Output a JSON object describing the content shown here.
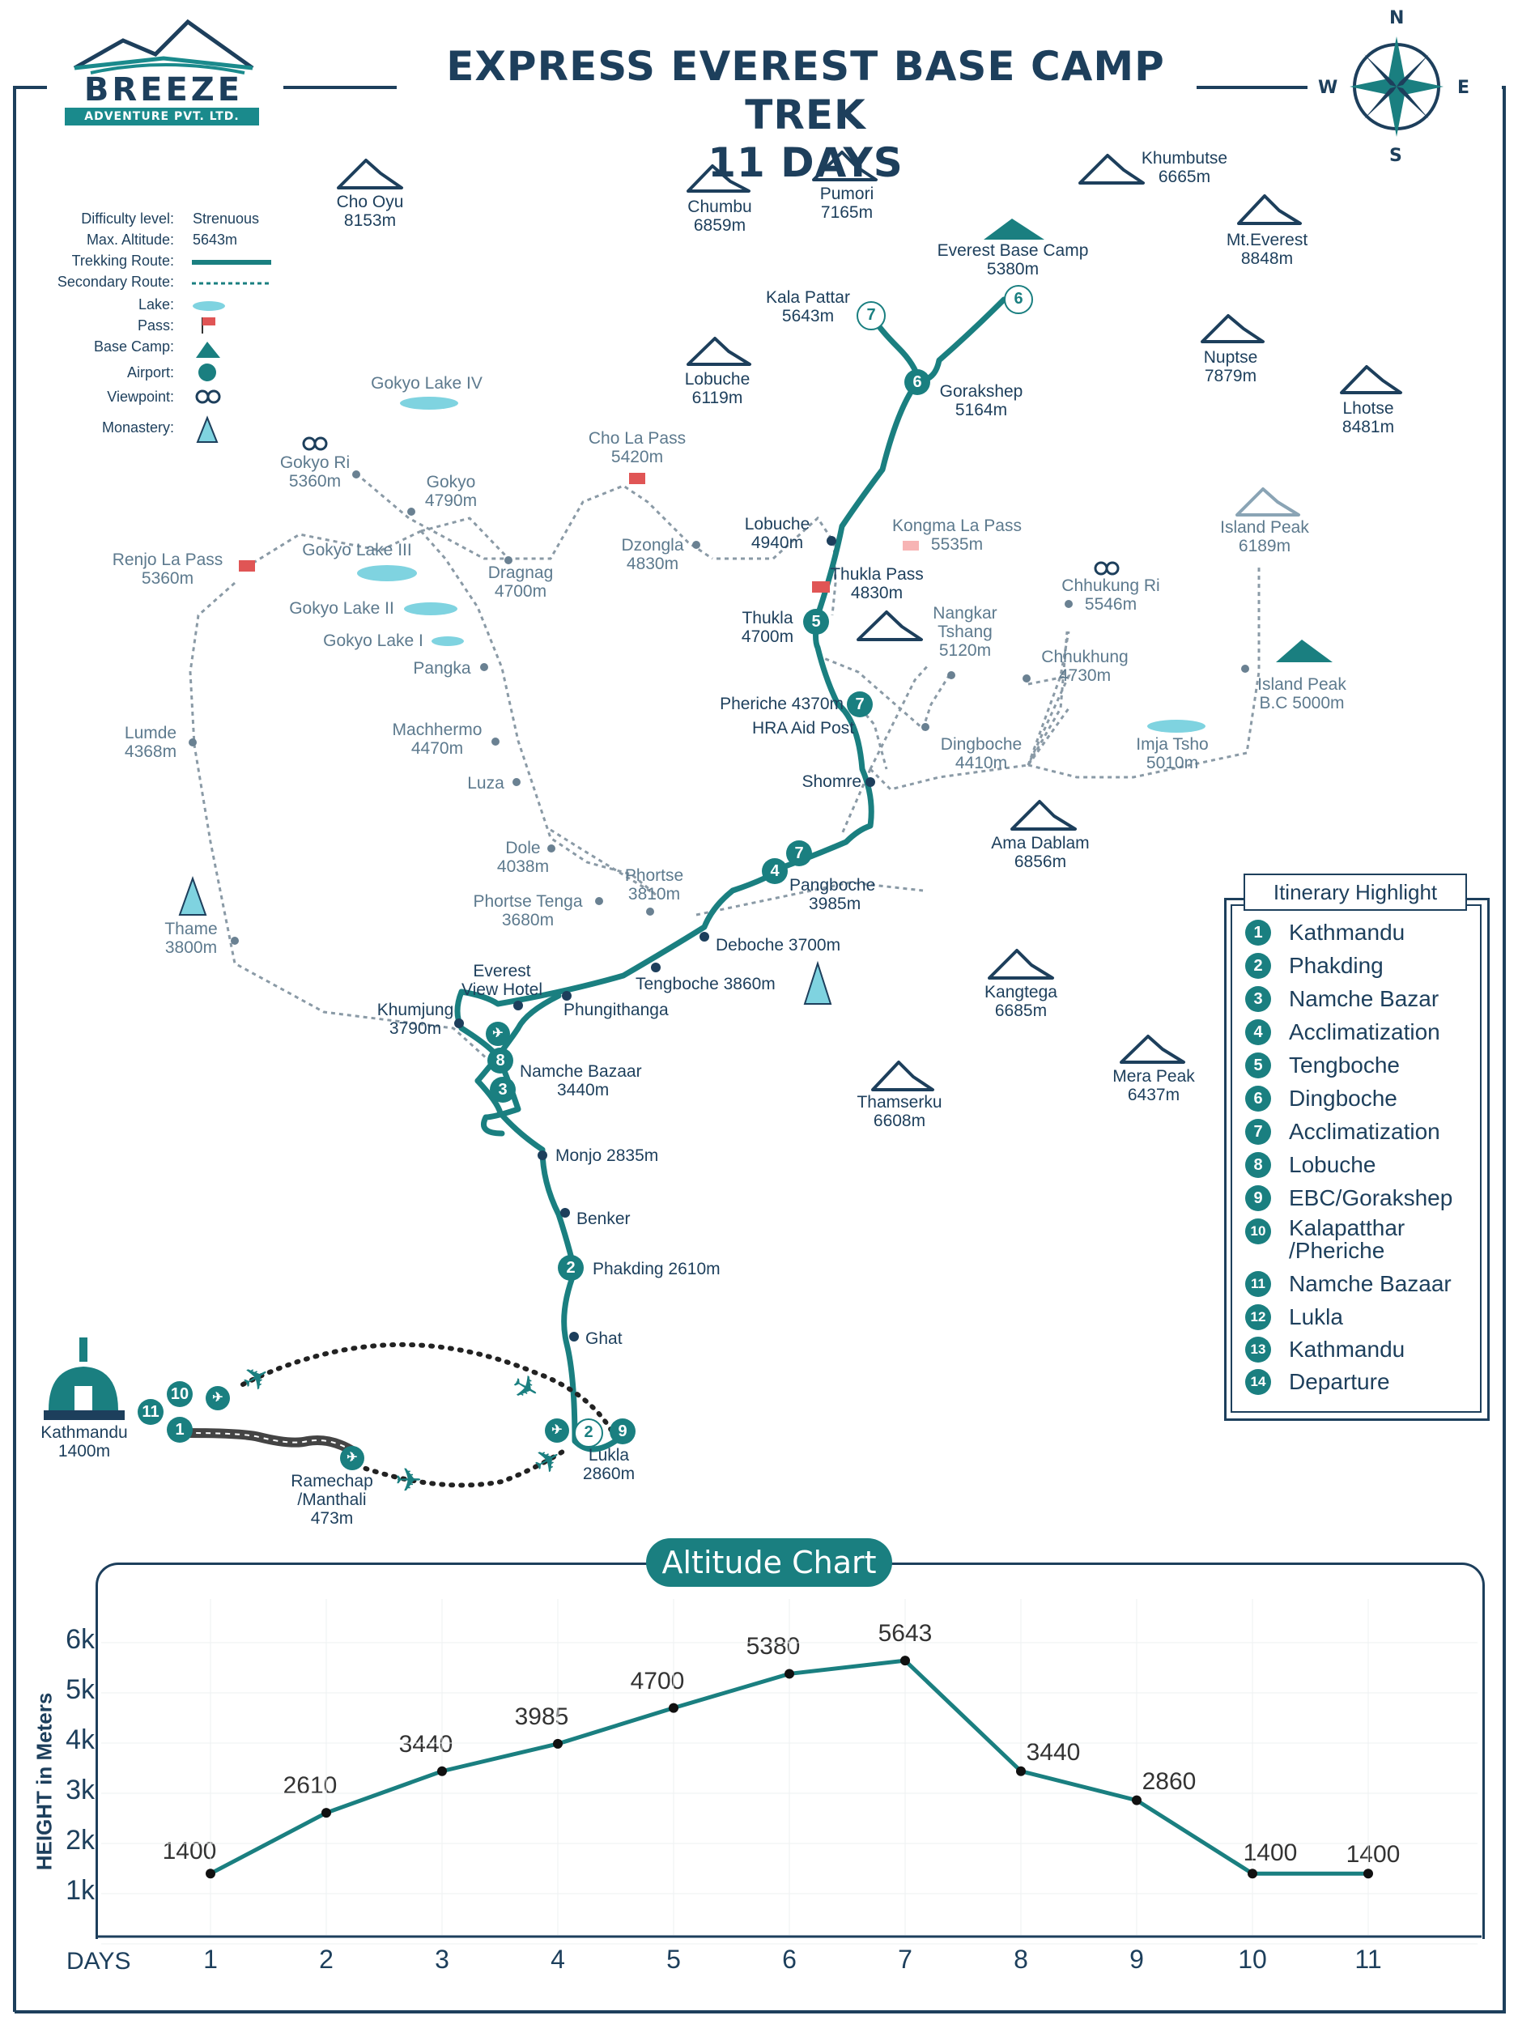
{
  "title": {
    "line1": "EXPRESS EVEREST BASE CAMP TREK",
    "line2": "11 DAYS"
  },
  "logo": {
    "name": "BREEZE",
    "sub": "ADVENTURE PVT. LTD."
  },
  "compass": {
    "n": "N",
    "s": "S",
    "e": "E",
    "w": "W"
  },
  "legend": [
    {
      "key": "Difficulty level:",
      "value": "Strenuous"
    },
    {
      "key": "Max. Altitude:",
      "value": "5643m"
    },
    {
      "key": "Trekking Route:",
      "value": ""
    },
    {
      "key": "Secondary Route:",
      "value": ""
    },
    {
      "key": "Lake:",
      "value": ""
    },
    {
      "key": "Pass:",
      "value": ""
    },
    {
      "key": "Base Camp:",
      "value": ""
    },
    {
      "key": "Airport:",
      "value": ""
    },
    {
      "key": "Viewpoint:",
      "value": ""
    },
    {
      "key": "Monastery:",
      "value": ""
    }
  ],
  "peaks": [
    {
      "name": "Cho Oyu",
      "alt": "8153m"
    },
    {
      "name": "Chumbu",
      "alt": "6859m"
    },
    {
      "name": "Pumori",
      "alt": "7165m"
    },
    {
      "name": "Khumbutse",
      "alt": "6665m"
    },
    {
      "name": "Mt.Everest",
      "alt": "8848m"
    },
    {
      "name": "Lobuche",
      "alt": "6119m"
    },
    {
      "name": "Nuptse",
      "alt": "7879m"
    },
    {
      "name": "Lhotse",
      "alt": "8481m"
    },
    {
      "name": "Island Peak",
      "alt": "6189m"
    },
    {
      "name": "Ama Dablam",
      "alt": "6856m"
    },
    {
      "name": "Kangtega",
      "alt": "6685m"
    },
    {
      "name": "Mera Peak",
      "alt": "6437m"
    },
    {
      "name": "Thamserku",
      "alt": "6608m"
    }
  ],
  "places": {
    "ebc": {
      "name": "Everest Base Camp",
      "alt": "5380m"
    },
    "kala_pattar": {
      "name": "Kala Pattar",
      "alt": "5643m"
    },
    "gorakshep": {
      "name": "Gorakshep",
      "alt": "5164m"
    },
    "gokyo_lake_iv": "Gokyo Lake IV",
    "cho_la": {
      "name": "Cho La Pass",
      "alt": "5420m"
    },
    "gokyo_ri": {
      "name": "Gokyo Ri",
      "alt": "5360m"
    },
    "gokyo": {
      "name": "Gokyo",
      "alt": "4790m"
    },
    "lobuche_v": {
      "name": "Lobuche",
      "alt": "4940m"
    },
    "kongma_la": {
      "name": "Kongma La Pass",
      "alt": "5535m"
    },
    "renjo_la": {
      "name": "Renjo La Pass",
      "alt": "5360m"
    },
    "gokyo_lake_iii": "Gokyo Lake III",
    "dragnag": {
      "name": "Dragnag",
      "alt": "4700m"
    },
    "dzongla": {
      "name": "Dzongla",
      "alt": "4830m"
    },
    "thukla_pass": {
      "name": "Thukla Pass",
      "alt": "4830m"
    },
    "chhukung_ri": {
      "name": "Chhukung Ri",
      "alt": "5546m"
    },
    "gokyo_lake_ii": "Gokyo Lake II",
    "gokyo_lake_i": "Gokyo Lake I",
    "thukla": {
      "name": "Thukla",
      "alt": "4700m"
    },
    "nangkar": {
      "name": "Nangkar",
      "name2": "Tshang",
      "alt": "5120m"
    },
    "pangka": "Pangka",
    "chhukhung": {
      "name": "Chhukhung",
      "alt": "4730m"
    },
    "island_bc": {
      "name": "Island Peak",
      "alt": "B.C 5000m"
    },
    "pheriche": "Pheriche 4370m",
    "hra": "HRA Aid Post",
    "lumde": {
      "name": "Lumde",
      "alt": "4368m"
    },
    "machhermo": {
      "name": "Machhermo",
      "alt": "4470m"
    },
    "dingboche": {
      "name": "Dingboche",
      "alt": "4410m"
    },
    "imja": {
      "name": "Imja Tsho",
      "alt": "5010m"
    },
    "luza": "Luza",
    "shomre": "Shomre",
    "dole": {
      "name": "Dole",
      "alt": "4038m"
    },
    "pangboche": {
      "name": "Pangboche",
      "alt": "3985m"
    },
    "phortse": {
      "name": "Phortse",
      "alt": "3810m"
    },
    "thame": {
      "name": "Thame",
      "alt": "3800m"
    },
    "phortse_tenga": {
      "name": "Phortse Tenga",
      "alt": "3680m"
    },
    "deboche": "Deboche 3700m",
    "evh": {
      "name": "Everest",
      "name2": "View Hotel"
    },
    "tengboche": "Tengboche 3860m",
    "khumjung": {
      "name": "Khumjung",
      "alt": "3790m"
    },
    "phungithanga": "Phungithanga",
    "namche": {
      "name": "Namche Bazaar",
      "alt": "3440m"
    },
    "monjo": "Monjo 2835m",
    "benker": "Benker",
    "phakding": "Phakding 2610m",
    "ghat": "Ghat",
    "kathmandu": {
      "name": "Kathmandu",
      "alt": "1400m"
    },
    "lukla": {
      "name": "Lukla",
      "alt": "2860m"
    },
    "ramechap": {
      "name": "Ramechap",
      "name2": "/Manthali",
      "alt": "473m"
    }
  },
  "markers": [
    "1",
    "2",
    "3",
    "4",
    "5",
    "6",
    "6",
    "7",
    "7",
    "8",
    "9",
    "10",
    "11",
    "2"
  ],
  "itinerary": {
    "title": "Itinerary Highlight",
    "items": [
      {
        "n": "1",
        "label": "Kathmandu"
      },
      {
        "n": "2",
        "label": "Phakding"
      },
      {
        "n": "3",
        "label": "Namche Bazar"
      },
      {
        "n": "4",
        "label": "Acclimatization"
      },
      {
        "n": "5",
        "label": "Tengboche"
      },
      {
        "n": "6",
        "label": "Dingboche"
      },
      {
        "n": "7",
        "label": "Acclimatization"
      },
      {
        "n": "8",
        "label": "Lobuche"
      },
      {
        "n": "9",
        "label": "EBC/Gorakshep"
      },
      {
        "n": "10",
        "label": "Kalapatthar",
        "label2": "/Pheriche"
      },
      {
        "n": "11",
        "label": "Namche Bazaar"
      },
      {
        "n": "12",
        "label": "Lukla"
      },
      {
        "n": "13",
        "label": "Kathmandu"
      },
      {
        "n": "14",
        "label": "Departure"
      }
    ]
  },
  "chart_data": {
    "type": "line",
    "title": "Altitude Chart",
    "xlabel": "DAYS",
    "ylabel": "HEIGHT in Meters",
    "x": [
      1,
      2,
      3,
      4,
      5,
      6,
      7,
      8,
      9,
      10,
      11
    ],
    "values": [
      1400,
      2610,
      3440,
      3985,
      4700,
      5380,
      5643,
      3440,
      2860,
      1400,
      1400
    ],
    "data_labels": [
      "1400",
      "2610",
      "3440",
      "3985",
      "4700",
      "5380",
      "5643",
      "3440",
      "2860",
      "1400",
      "1400"
    ],
    "yticks": [
      "6k",
      "5k",
      "4k",
      "3k",
      "2k",
      "1k"
    ],
    "ylim": [
      0,
      6000
    ],
    "grid": true,
    "color": "#1a7f80"
  },
  "colors": {
    "route": "#1a7f80",
    "navy": "#1d3f5c",
    "lake": "#7fd3e0",
    "pass": "#e05555"
  }
}
